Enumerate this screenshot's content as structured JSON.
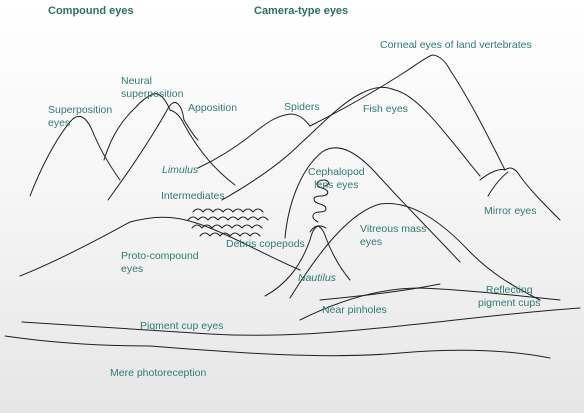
{
  "headers": {
    "compound": "Compound eyes",
    "camera": "Camera-type eyes"
  },
  "labels": {
    "corneal": "Corneal eyes of land vertebrates",
    "neural_superposition": "Neural\nsuperposition",
    "superposition": "Superposition\neyes",
    "apposition": "Apposition",
    "spiders": "Spiders",
    "fish": "Fish eyes",
    "limulus": "Limulus",
    "cephalopod": "Cephalopod\nlens eyes",
    "intermediates": "Intermediates",
    "mirror": "Mirror eyes",
    "vitreous": "Vitreous mass\neyes",
    "debris": "Debris copepods",
    "proto_compound": "Proto-compound\neyes",
    "nautilus": "Nautilus",
    "reflecting": "Reflecting\npigment cups",
    "near_pinholes": "Near pinholes",
    "pigment_cup": "Pigment cup eyes",
    "mere": "Mere photoreception"
  },
  "colors": {
    "text": "#2d7d72",
    "line": "#1f1f1f"
  }
}
